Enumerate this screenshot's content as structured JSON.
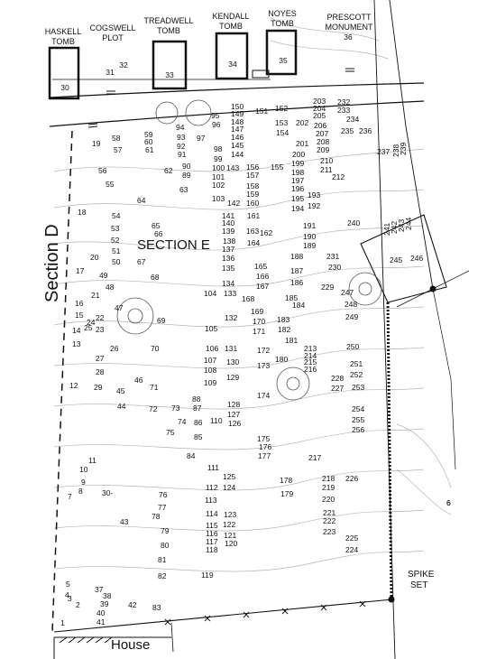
{
  "section_d_label": "Section D",
  "section_e_label": "SECTION E",
  "house_label": "House",
  "spike_label_1": "SPIKE",
  "spike_label_2": "SET",
  "tombs": [
    {
      "name1": "HASKELL",
      "name2": "TOMB",
      "plot": "30"
    },
    {
      "name1": "COGSWELL",
      "name2": "PLOT",
      "plot": "31",
      "plot2": "32"
    },
    {
      "name1": "TREADWELL",
      "name2": "TOMB",
      "plot": "33"
    },
    {
      "name1": "KENDALL",
      "name2": "TOMB",
      "plot": "34"
    },
    {
      "name1": "NOYES",
      "name2": "TOMB",
      "plot": "35"
    },
    {
      "name1": "PRESCOTT",
      "name2": "MONUMENT",
      "plot": "36"
    }
  ],
  "graves": [
    "1",
    "2",
    "3",
    "4",
    "5",
    "6",
    "7",
    "8",
    "9",
    "10",
    "11",
    "12",
    "13",
    "14",
    "15",
    "16",
    "17",
    "18",
    "19",
    "20",
    "21",
    "22",
    "23",
    "24",
    "25",
    "26",
    "27",
    "28",
    "29",
    "37",
    "38",
    "39",
    "40",
    "41",
    "42",
    "43",
    "44",
    "45",
    "46",
    "47",
    "48",
    "49",
    "50",
    "51",
    "52",
    "53",
    "54",
    "55",
    "56",
    "57",
    "58",
    "59",
    "60",
    "61",
    "62",
    "63",
    "64",
    "65",
    "66",
    "67",
    "68",
    "69",
    "70",
    "71",
    "72",
    "73",
    "74",
    "75",
    "76",
    "77",
    "78",
    "79",
    "80",
    "81",
    "82",
    "83",
    "84",
    "85",
    "86",
    "87",
    "88",
    "89",
    "90",
    "91",
    "92",
    "93",
    "94",
    "95",
    "96",
    "97",
    "98",
    "99",
    "100",
    "101",
    "102",
    "103",
    "104",
    "105",
    "106",
    "107",
    "108",
    "109",
    "110",
    "111",
    "112",
    "113",
    "114",
    "115",
    "116",
    "117",
    "118",
    "119",
    "120",
    "121",
    "122",
    "123",
    "124",
    "125",
    "126",
    "127",
    "128",
    "129",
    "130",
    "131",
    "132",
    "133",
    "134",
    "135",
    "136",
    "137",
    "138",
    "139",
    "140",
    "141",
    "142",
    "143",
    "144",
    "145",
    "146",
    "147",
    "148",
    "149",
    "150",
    "151",
    "152",
    "153",
    "154",
    "155",
    "156",
    "157",
    "158",
    "159",
    "160",
    "161",
    "162",
    "163",
    "164",
    "165",
    "166",
    "167",
    "168",
    "169",
    "170",
    "171",
    "172",
    "173",
    "174",
    "175",
    "176",
    "177",
    "178",
    "179",
    "180",
    "181",
    "182",
    "183",
    "184",
    "185",
    "186",
    "187",
    "188",
    "189",
    "190",
    "191",
    "192",
    "193",
    "194",
    "195",
    "196",
    "197",
    "198",
    "199",
    "200",
    "201",
    "202",
    "203",
    "204",
    "205",
    "206",
    "207",
    "208",
    "209",
    "210",
    "211",
    "212",
    "213",
    "214",
    "215",
    "216",
    "217",
    "218",
    "219",
    "220",
    "221",
    "222",
    "223",
    "224",
    "225",
    "226",
    "227",
    "228",
    "229",
    "230",
    "231",
    "232",
    "233",
    "234",
    "235",
    "236",
    "237",
    "238",
    "239",
    "240",
    "241",
    "242",
    "243",
    "244",
    "245",
    "246",
    "247",
    "248",
    "249",
    "250",
    "251",
    "252",
    "253",
    "254",
    "255",
    "256",
    "30-",
    "6"
  ]
}
